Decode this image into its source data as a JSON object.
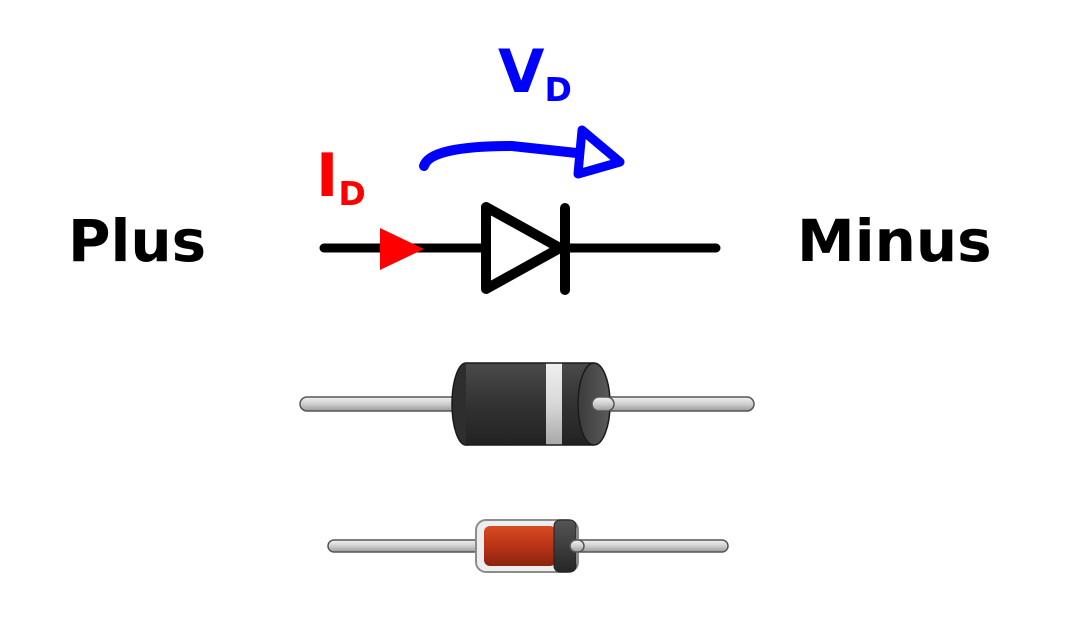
{
  "labels": {
    "plus": "Plus",
    "minus": "Minus",
    "current_symbol": "I",
    "current_subscript": "D",
    "voltage_symbol": "V",
    "voltage_subscript": "D"
  },
  "colors": {
    "current": "#ff0000",
    "voltage": "#0000ff",
    "wire": "#000000",
    "large_diode_body": "#3a3a3a",
    "large_diode_band": "#d8d8d8",
    "small_diode_body": "#c8341a",
    "small_diode_glass": "#e9e9e9",
    "lead": "#cfcfcf"
  }
}
